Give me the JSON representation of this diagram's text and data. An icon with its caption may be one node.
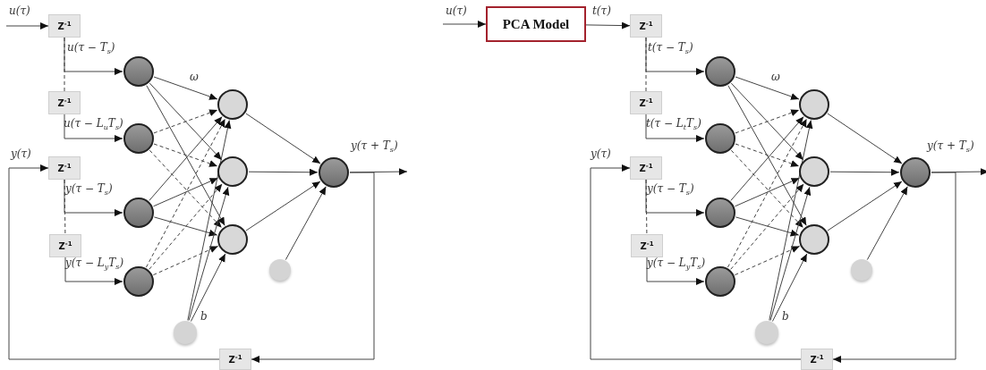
{
  "diagram": {
    "nodes": [
      {
        "text": [
          "Z$^{-1}$"
        ]
      },
      {
        "text": [
          "Z$^{-1}$"
        ]
      },
      {
        "text": [
          "Z$^{-1}$"
        ]
      },
      {
        "text": [
          "Z$^{-1}$"
        ]
      },
      {
        "text": [],
        "shape": "circle"
      },
      {
        "text": [],
        "shape": "circle"
      },
      {
        "text": [],
        "shape": "circle"
      },
      {
        "text": [],
        "shape": "circle"
      },
      {
        "text": [],
        "shape": "circle"
      },
      {
        "text": [],
        "shape": "circle"
      },
      {
        "text": [],
        "shape": "circle"
      },
      {
        "text": [],
        "shape": "circle"
      },
      {
        "text": [],
        "shape": "circle"
      },
      {
        "text": [],
        "shape": "circle"
      },
      {
        "text": [
          "Z$^{-1}$"
        ]
      },
      {
        "text": [
          "PCA Model"
        ]
      },
      {
        "text": [
          "Z$^{-1}$"
        ]
      },
      {
        "text": [
          "Z$^{-1}$"
        ]
      },
      {
        "text": [
          "Z$^{-1}$"
        ]
      },
      {
        "text": [
          "Z$^{-1}$"
        ]
      },
      {
        "text": [],
        "shape": "circle"
      },
      {
        "text": [],
        "shape": "circle"
      },
      {
        "text": [],
        "shape": "circle"
      },
      {
        "text": [],
        "shape": "circle"
      },
      {
        "text": [],
        "shape": "circle"
      },
      {
        "text": [],
        "shape": "circle"
      },
      {
        "text": [],
        "shape": "circle"
      },
      {
        "text": [],
        "shape": "circle"
      },
      {
        "text": [],
        "shape": "circle"
      },
      {
        "text": [],
        "shape": "circle"
      },
      {
        "text": [
          "Z$^{-1}$"
        ]
      }
    ],
    "edges": [
      {
        "from": null,
        "to": 0,
        "arrow": "to"
      },
      {
        "from": 0,
        "to": 4,
        "arrow": "to"
      },
      {
        "from": 0,
        "to": 1,
        "arrow": "none",
        "style": "dashed"
      },
      {
        "from": 1,
        "to": 5,
        "arrow": "to"
      },
      {
        "from": 2,
        "to": 6,
        "arrow": "to"
      },
      {
        "from": 2,
        "to": 3,
        "arrow": "none",
        "style": "dashed"
      },
      {
        "from": 3,
        "to": 7,
        "arrow": "to"
      },
      {
        "from": 4,
        "to": 8,
        "arrow": "to"
      },
      {
        "from": 4,
        "to": 9,
        "arrow": "to"
      },
      {
        "from": 4,
        "to": 10,
        "arrow": "to"
      },
      {
        "from": 5,
        "to": 8,
        "arrow": "to",
        "style": "dashed"
      },
      {
        "from": 5,
        "to": 9,
        "arrow": "to",
        "style": "dashed"
      },
      {
        "from": 5,
        "to": 10,
        "arrow": "to",
        "style": "dashed"
      },
      {
        "from": 6,
        "to": 8,
        "arrow": "to"
      },
      {
        "from": 6,
        "to": 9,
        "arrow": "to"
      },
      {
        "from": 6,
        "to": 10,
        "arrow": "to"
      },
      {
        "from": 7,
        "to": 8,
        "arrow": "to",
        "style": "dashed"
      },
      {
        "from": 7,
        "to": 9,
        "arrow": "to",
        "style": "dashed"
      },
      {
        "from": 7,
        "to": 10,
        "arrow": "to",
        "style": "dashed"
      },
      {
        "from": 12,
        "to": 8,
        "arrow": "to"
      },
      {
        "from": 12,
        "to": 9,
        "arrow": "to"
      },
      {
        "from": 12,
        "to": 10,
        "arrow": "to"
      },
      {
        "from": 8,
        "to": 11,
        "arrow": "to"
      },
      {
        "from": 9,
        "to": 11,
        "arrow": "to"
      },
      {
        "from": 10,
        "to": 11,
        "arrow": "to"
      },
      {
        "from": 13,
        "to": 11,
        "arrow": "to"
      },
      {
        "from": 11,
        "to": null,
        "arrow": "to"
      },
      {
        "from": 11,
        "to": 14,
        "arrow": "to"
      },
      {
        "from": 14,
        "to": 2,
        "arrow": "to"
      },
      {
        "from": null,
        "to": 15,
        "arrow": "to"
      },
      {
        "from": 15,
        "to": 16,
        "arrow": "to"
      },
      {
        "from": 16,
        "to": 20,
        "arrow": "to"
      },
      {
        "from": 16,
        "to": 17,
        "arrow": "none",
        "style": "dashed"
      },
      {
        "from": 17,
        "to": 21,
        "arrow": "to"
      },
      {
        "from": 18,
        "to": 22,
        "arrow": "to"
      },
      {
        "from": 18,
        "to": 19,
        "arrow": "none",
        "style": "dashed"
      },
      {
        "from": 19,
        "to": 23,
        "arrow": "to"
      },
      {
        "from": 20,
        "to": 24,
        "arrow": "to"
      },
      {
        "from": 20,
        "to": 25,
        "arrow": "to"
      },
      {
        "from": 20,
        "to": 26,
        "arrow": "to"
      },
      {
        "from": 21,
        "to": 24,
        "arrow": "to",
        "style": "dashed"
      },
      {
        "from": 21,
        "to": 25,
        "arrow": "to",
        "style": "dashed"
      },
      {
        "from": 21,
        "to": 26,
        "arrow": "to",
        "style": "dashed"
      },
      {
        "from": 22,
        "to": 24,
        "arrow": "to"
      },
      {
        "from": 22,
        "to": 25,
        "arrow": "to"
      },
      {
        "from": 22,
        "to": 26,
        "arrow": "to"
      },
      {
        "from": 23,
        "to": 24,
        "arrow": "to",
        "style": "dashed"
      },
      {
        "from": 23,
        "to": 25,
        "arrow": "to",
        "style": "dashed"
      },
      {
        "from": 23,
        "to": 26,
        "arrow": "to",
        "style": "dashed"
      },
      {
        "from": 28,
        "to": 24,
        "arrow": "to"
      },
      {
        "from": 28,
        "to": 25,
        "arrow": "to"
      },
      {
        "from": 28,
        "to": 26,
        "arrow": "to"
      },
      {
        "from": 24,
        "to": 27,
        "arrow": "to"
      },
      {
        "from": 25,
        "to": 27,
        "arrow": "to"
      },
      {
        "from": 26,
        "to": 27,
        "arrow": "to"
      },
      {
        "from": 29,
        "to": 27,
        "arrow": "to"
      },
      {
        "from": 27,
        "to": null,
        "arrow": "to"
      },
      {
        "from": 27,
        "to": 30,
        "arrow": "to"
      },
      {
        "from": 30,
        "to": 18,
        "arrow": "to"
      }
    ],
    "labels": [
      "u(τ)",
      "u(τ − T$_{s}$)",
      "ω",
      "u(τ − L$_{u}$T$_{s}$)",
      "y(τ)",
      "y(τ + T$_{s}$)",
      "y(τ − T$_{s}$)",
      "y(τ − L$_{y}$T$_{s}$)",
      "b",
      "u(τ)",
      "t(τ)",
      "t(τ − T$_{s}$)",
      "ω",
      "t(τ − L$_{t}$T$_{s}$)",
      "y(τ)",
      "y(τ + T$_{s}$)",
      "y(τ − T$_{s}$)",
      "y(τ − L$_{y}$T$_{s}$)",
      "b"
    ]
  }
}
